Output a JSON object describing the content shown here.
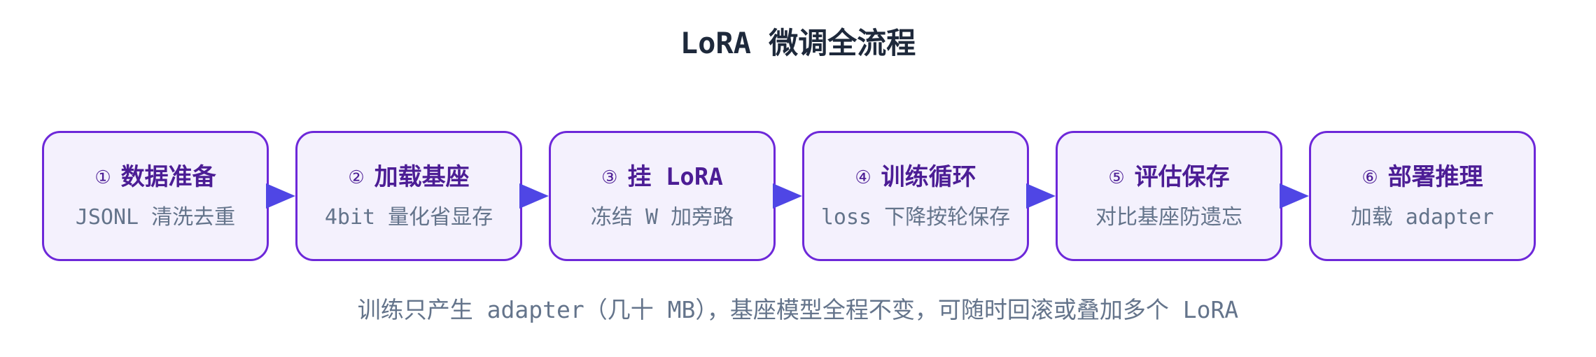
{
  "diagram": {
    "title": "LoRA 微调全流程",
    "steps": [
      {
        "num": "①",
        "title": "数据准备",
        "sub": "JSONL 清洗去重"
      },
      {
        "num": "②",
        "title": "加载基座",
        "sub": "4bit 量化省显存"
      },
      {
        "num": "③",
        "title": "挂 LoRA",
        "sub": "冻结 W 加旁路"
      },
      {
        "num": "④",
        "title": "训练循环",
        "sub": "loss 下降按轮保存"
      },
      {
        "num": "⑤",
        "title": "评估保存",
        "sub": "对比基座防遗忘"
      },
      {
        "num": "⑥",
        "title": "部署推理",
        "sub": "加载 adapter"
      }
    ],
    "footnote": "训练只产生 adapter（几十 MB），基座模型全程不变，可随时回滚或叠加多个 LoRA",
    "colors": {
      "node_border": "#6d28d9",
      "node_fill": "#f4f1fd",
      "node_title": "#4c1d95",
      "node_sub": "#64748b",
      "arrow": "#4f46e5",
      "title": "#1e293b"
    }
  }
}
